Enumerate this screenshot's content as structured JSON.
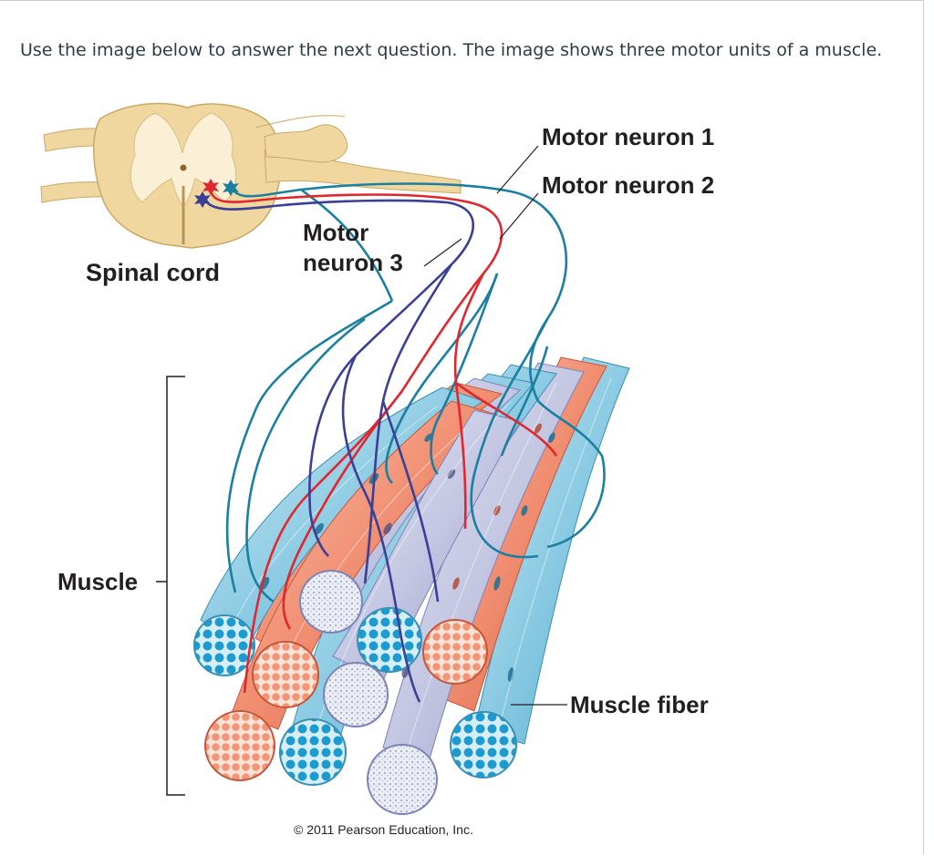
{
  "question": {
    "prompt": "Use the image below to answer the next question. The image shows three motor units of a muscle."
  },
  "figure": {
    "labels": {
      "motor_neuron_1": "Motor neuron 1",
      "motor_neuron_2": "Motor neuron 2",
      "motor_neuron_3_line1": "Motor",
      "motor_neuron_3_line2": "neuron 3",
      "spinal_cord": "Spinal cord",
      "muscle": "Muscle",
      "muscle_fiber": "Muscle fiber"
    },
    "copyright": "© 2011 Pearson Education, Inc.",
    "colors": {
      "neuron_1": "#1b7fa0",
      "neuron_2": "#e0262e",
      "neuron_3": "#3b3f95",
      "fiber_blue": "#8ccbe3",
      "fiber_salmon": "#f08d70",
      "fiber_lavender": "#c4c7e2",
      "spinal_cord": "#f0d7a0"
    }
  }
}
